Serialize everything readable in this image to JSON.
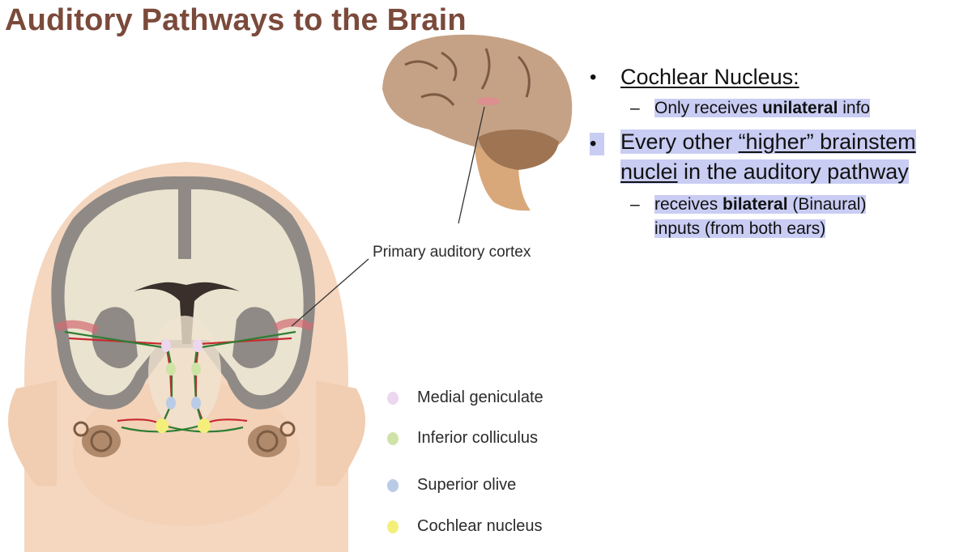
{
  "slide": {
    "title": "Auditory Pathways to the Brain"
  },
  "figure": {
    "cortex_label": "Primary auditory cortex",
    "legend": [
      {
        "label": "Medial geniculate",
        "color": "#ecd7ef"
      },
      {
        "label": "Inferior colliculus",
        "color": "#cfe3a6"
      },
      {
        "label": "Superior olive",
        "color": "#b9cbe6"
      },
      {
        "label": "Cochlear nucleus",
        "color": "#f3ef7a"
      }
    ]
  },
  "bullets": {
    "marker": "•",
    "dash": "–",
    "b1_label": "Cochlear Nucleus:",
    "b1_sub_pre": "Only receives ",
    "b1_sub_bold": "unilateral",
    "b1_sub_post": " info",
    "b2_line1_pre": "Every other ",
    "b2_line1_ul": "“higher” brainstem",
    "b2_line2_ul": "nuclei",
    "b2_line2_post": " in the auditory pathway",
    "b2_sub_pre": "receives ",
    "b2_sub_bold": "bilateral",
    "b2_sub_post": " (Binaural)",
    "b2_sub_line2": "inputs (from both ears)"
  },
  "colors": {
    "title": "#7b4a3b",
    "highlight": "#c9cdf3",
    "pathway_red": "#c8282e",
    "pathway_green": "#2e7d32"
  }
}
